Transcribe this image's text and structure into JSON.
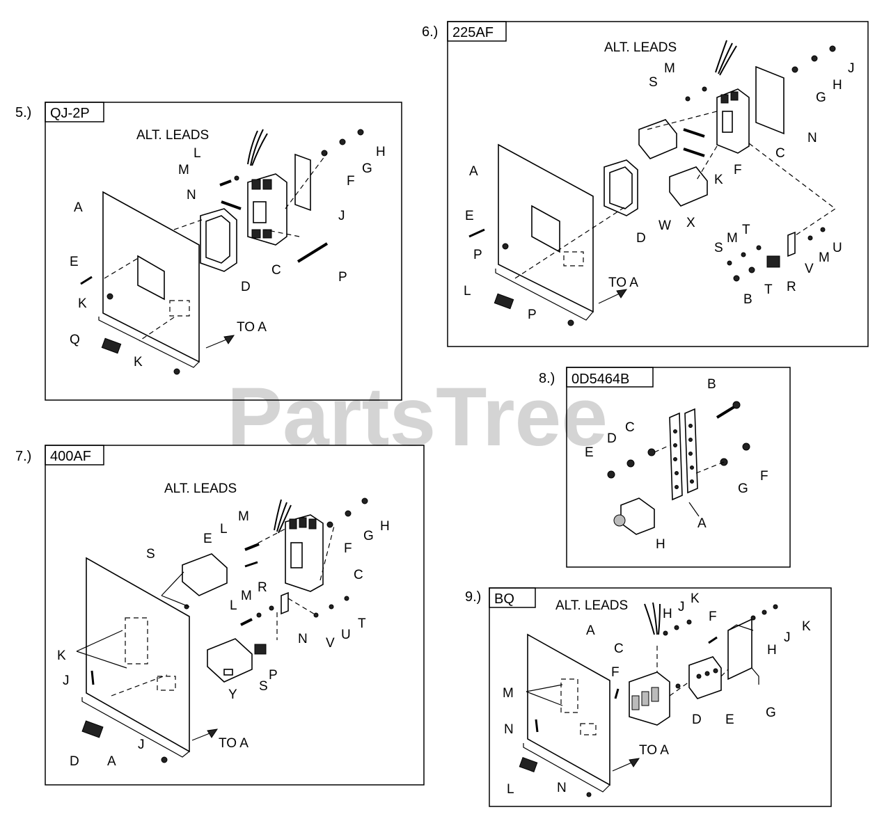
{
  "watermark": "PartsTree",
  "panels": [
    {
      "number": "5.)",
      "model": "QJ-2P",
      "labels": {
        "alt_leads": "ALT. LEADS",
        "L": "L",
        "M": "M",
        "N": "N",
        "A": "A",
        "E": "E",
        "K1": "K",
        "Q": "Q",
        "K2": "K",
        "D": "D",
        "C": "C",
        "P": "P",
        "J": "J",
        "F": "F",
        "G": "G",
        "H": "H",
        "to_a": "TO A"
      }
    },
    {
      "number": "6.)",
      "model": "225AF",
      "labels": {
        "alt_leads": "ALT. LEADS",
        "M1": "M",
        "S1": "S",
        "A": "A",
        "E": "E",
        "P1": "P",
        "L": "L",
        "P2": "P",
        "D": "D",
        "W": "W",
        "X": "X",
        "K": "K",
        "F": "F",
        "C": "C",
        "N": "N",
        "G": "G",
        "H": "H",
        "J": "J",
        "S2": "S",
        "M2": "M",
        "T1": "T",
        "B": "B",
        "T2": "T",
        "R": "R",
        "V": "V",
        "M3": "M",
        "U": "U",
        "to_a": "TO A"
      }
    },
    {
      "number": "7.)",
      "model": "400AF",
      "labels": {
        "alt_leads": "ALT. LEADS",
        "M1": "M",
        "L1": "L",
        "E": "E",
        "S1": "S",
        "F": "F",
        "G": "G",
        "H": "H",
        "C": "C",
        "L2": "L",
        "M2": "M",
        "R": "R",
        "N": "N",
        "V": "V",
        "U": "U",
        "T": "T",
        "K": "K",
        "J1": "J",
        "P": "P",
        "Y": "Y",
        "S2": "S",
        "D": "D",
        "A": "A",
        "J2": "J",
        "to_a": "TO A"
      }
    },
    {
      "number": "8.)",
      "model": "0D5464B",
      "labels": {
        "B": "B",
        "C": "C",
        "D": "D",
        "E": "E",
        "F": "F",
        "G": "G",
        "A": "A",
        "H": "H"
      }
    },
    {
      "number": "9.)",
      "model": "BQ",
      "labels": {
        "alt_leads": "ALT. LEADS",
        "H1": "H",
        "J1": "J",
        "K1": "K",
        "F1": "F",
        "A": "A",
        "C": "C",
        "F2": "F",
        "M": "M",
        "N1": "N",
        "D": "D",
        "E": "E",
        "G": "G",
        "H2": "H",
        "J2": "J",
        "K2": "K",
        "L": "L",
        "N2": "N",
        "to_a": "TO A"
      }
    }
  ]
}
